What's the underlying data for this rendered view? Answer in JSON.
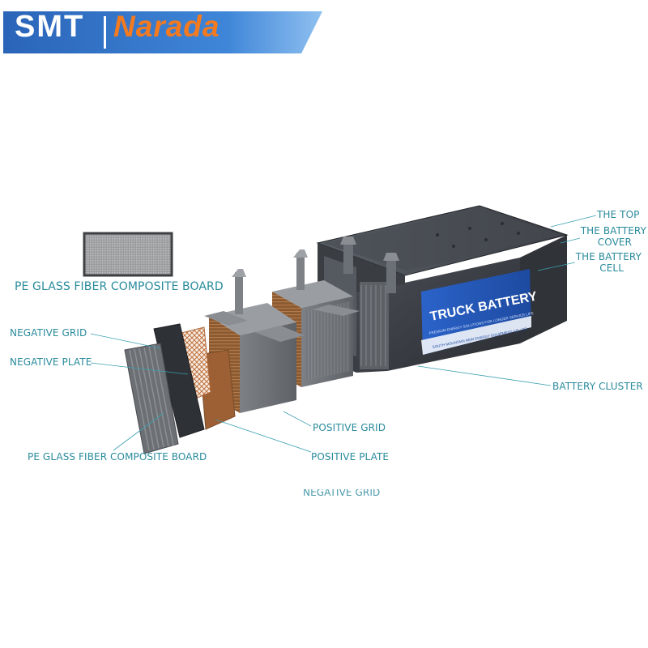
{
  "brand": {
    "left_text": "SMT",
    "right_text": "Narada",
    "colors": {
      "banner": "#2f6fc0",
      "banner_light": "#6aa3e6",
      "accent": "#f47a20",
      "label": "#2a8b9c"
    }
  },
  "battery": {
    "brand_text": "TRUCK BATTERY",
    "sub_text": "PREMIUM ENERGY SOLUTIONS FOR LONGER SERVICE LIFE",
    "bottom_text": "SOUTH MOUNTAIN NEW ENERGY EQUIPMENT CO.,LTD"
  },
  "labels": {
    "the_top": "THE TOP",
    "battery_cover_1": "THE BATTERY",
    "battery_cover_2": "COVER",
    "battery_cell_1": "THE BATTERY",
    "battery_cell_2": "CELL",
    "battery_cluster": "BATTERY CLUSTER",
    "pe_board_top": "PE GLASS FIBER COMPOSITE BOARD",
    "negative_grid": "NEGATIVE GRID",
    "negative_plate": "NEGATIVE PLATE",
    "positive_grid": "POSITIVE GRID",
    "positive_plate": "POSITIVE PLATE",
    "pe_board_bottom": "PE GLASS FIBER COMPOSITE BOARD",
    "negative_grid_cut": "NEGATIVE GRID"
  }
}
